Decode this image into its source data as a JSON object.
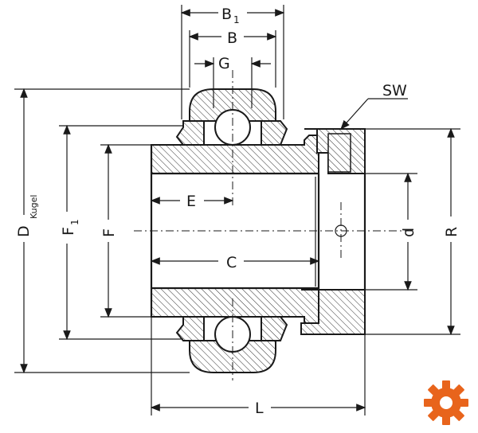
{
  "dimensions": {
    "b1": "B",
    "b1_sub": "1",
    "b": "B",
    "g": "G",
    "sw": "SW",
    "d_outer": "D",
    "kugel": "Kugel",
    "f1": "F",
    "f1_sub": "1",
    "f": "F",
    "e": "E",
    "c": "C",
    "d_bore": "d",
    "r": "R",
    "l": "L"
  },
  "logo": {
    "icon": "gear-icon",
    "color": "#e8641c"
  }
}
